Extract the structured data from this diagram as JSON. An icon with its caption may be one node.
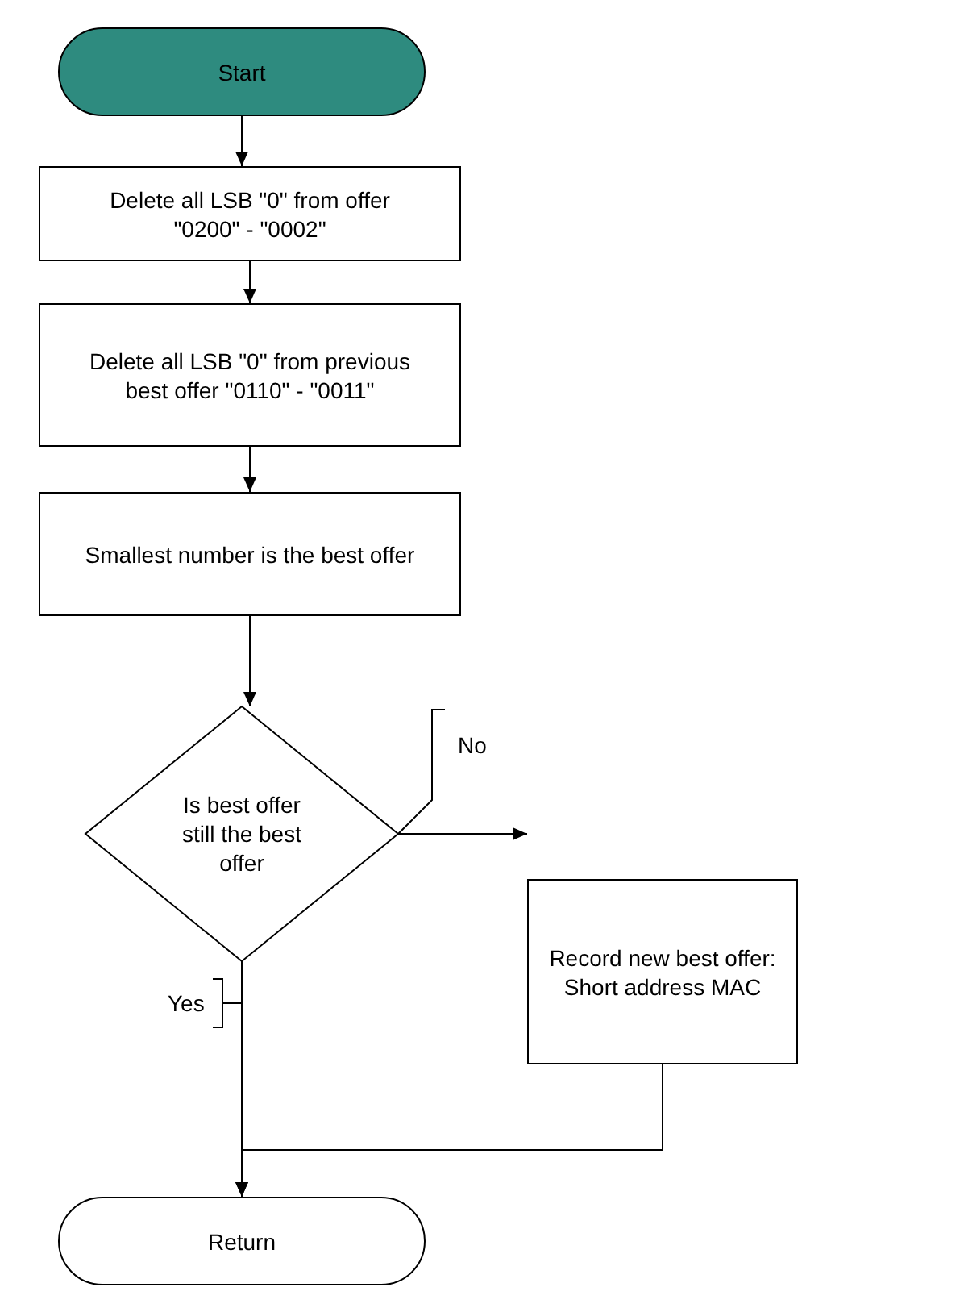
{
  "diagram": {
    "nodes": [
      {
        "text": [
          "Start"
        ]
      },
      {
        "text": [
          "Delete all LSB \"0\" from offer \"0200\" - \"0002\""
        ]
      },
      {
        "text": [
          "Delete all LSB \"0\" from previous best offer \"0110\" - \"0011\""
        ]
      },
      {
        "text": [
          "Smallest number is the best offer"
        ]
      },
      {
        "text": [
          "Is best offer still  the best offer"
        ]
      },
      {
        "text": [
          "Record new best offer: Short address MAC"
        ]
      },
      {
        "text": [
          "Return"
        ]
      }
    ],
    "edges": [
      {
        "from": 0,
        "to": 1,
        "arrow": "to"
      },
      {
        "from": 1,
        "to": 2,
        "arrow": "to"
      },
      {
        "from": 2,
        "to": 3,
        "arrow": "to"
      },
      {
        "from": 3,
        "to": 4,
        "arrow": "to"
      },
      {
        "from": 4,
        "to": 5,
        "arrow": "to",
        "label": "No"
      },
      {
        "from": 4,
        "to": 6,
        "arrow": "to",
        "label": "Yes"
      },
      {
        "from": 5,
        "to": 6,
        "arrow": "to"
      }
    ]
  }
}
